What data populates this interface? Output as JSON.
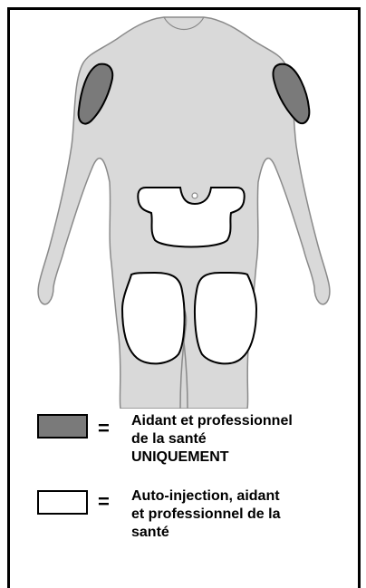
{
  "colors": {
    "border": "#000000",
    "body_fill": "#d9d9d9",
    "body_outline": "#8a8a8a",
    "caregiver_zone": "#7a7a7a",
    "self_zone": "#ffffff"
  },
  "legend": {
    "items": [
      {
        "swatch": "dark",
        "symbol": "=",
        "lines": [
          "Aidant et professionnel",
          "de la santé",
          "UNIQUEMENT"
        ]
      },
      {
        "swatch": "light",
        "symbol": "=",
        "lines": [
          "Auto-injection, aidant",
          "et professionnel de la",
          "santé"
        ]
      }
    ]
  }
}
